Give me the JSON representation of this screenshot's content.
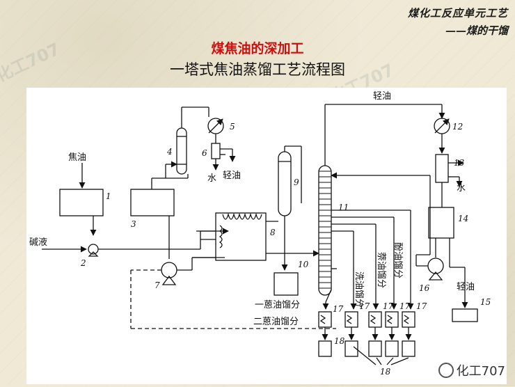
{
  "header": {
    "line1": "煤化工反应单元工艺",
    "line2": "——煤的干馏"
  },
  "title": "煤焦油的深加工",
  "subtitle": "一塔式焦油蒸馏工艺流程图",
  "watermark": "化工707",
  "footer": "化工707",
  "colors": {
    "title_red": "#cc1010",
    "background": "#efe9d6",
    "line": "#111111"
  },
  "diagram": {
    "labels": {
      "coal_tar": "焦油",
      "alkali": "碱液",
      "water_6": "水",
      "light_oil_6": "轻油",
      "light_oil_top": "轻油",
      "water_13": "水",
      "light_oil_15": "轻油",
      "anthracene_1": "一蒽油馏分",
      "anthracene_2": "二蒽油馏分",
      "wash_oil": "洗油馏分",
      "naphthalene_oil": "萘油馏分",
      "phenol_oil": "酚油馏分"
    },
    "numbers": [
      "1",
      "2",
      "3",
      "4",
      "5",
      "6",
      "7",
      "8",
      "9",
      "10",
      "11",
      "12",
      "13",
      "14",
      "15",
      "16",
      "17",
      "18"
    ]
  }
}
